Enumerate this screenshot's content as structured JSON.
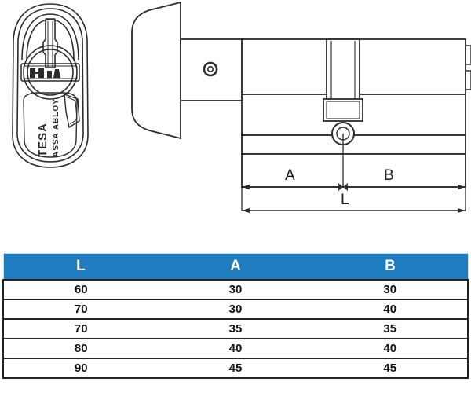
{
  "illustration": {
    "key_head": {
      "brand": "TESA",
      "sub_brand": "ASSA ABLOY",
      "icon": "key-head-outline"
    },
    "cylinder": {
      "icon": "euro-cylinder-thumbturn-drawing",
      "dimension_labels": {
        "a": "A",
        "b": "B",
        "l": "L"
      }
    }
  },
  "table": {
    "headers": [
      "L",
      "A",
      "B"
    ],
    "rows": [
      [
        "60",
        "30",
        "30"
      ],
      [
        "70",
        "30",
        "40"
      ],
      [
        "70",
        "35",
        "35"
      ],
      [
        "80",
        "40",
        "40"
      ],
      [
        "90",
        "45",
        "45"
      ]
    ]
  },
  "colors": {
    "header_blue": "#1f7cbf",
    "border_dark": "#232323",
    "line_ink": "#2b2b2b",
    "text_dark": "#111111"
  }
}
